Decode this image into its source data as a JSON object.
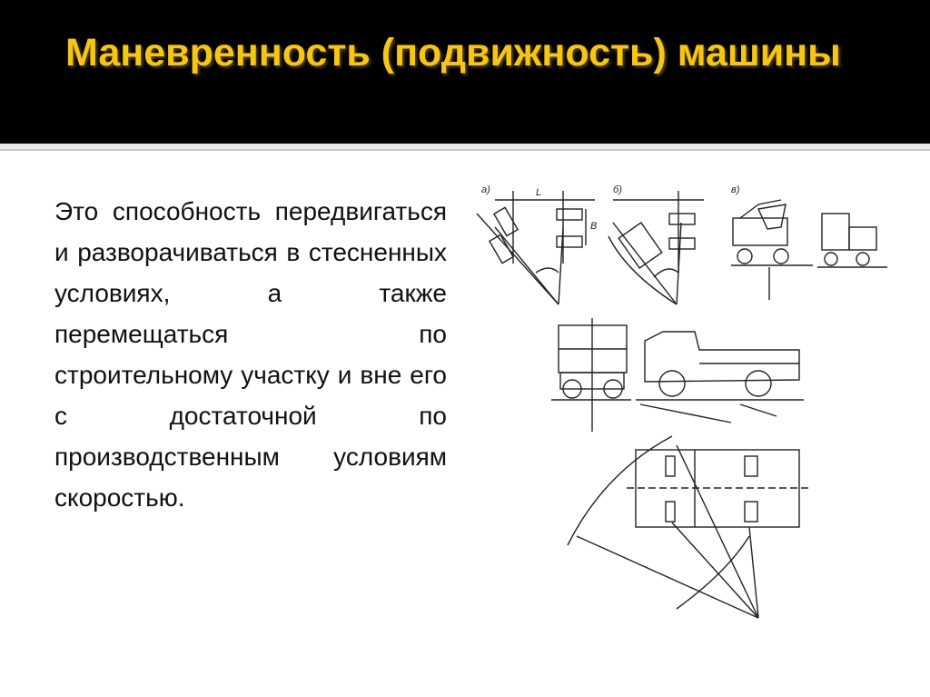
{
  "slide": {
    "title": "Маневренность (подвижность) машины",
    "body": "Это способность передвигаться и разворачиваться в стесненных условиях, а также перемещаться по строительному участку и вне его с достаточной по производственным условиям скоростью."
  },
  "figure": {
    "labels": {
      "panel_a": "a)",
      "panel_b": "б)",
      "panel_c": "в)",
      "dim_L": "L",
      "dim_B": "B"
    }
  }
}
